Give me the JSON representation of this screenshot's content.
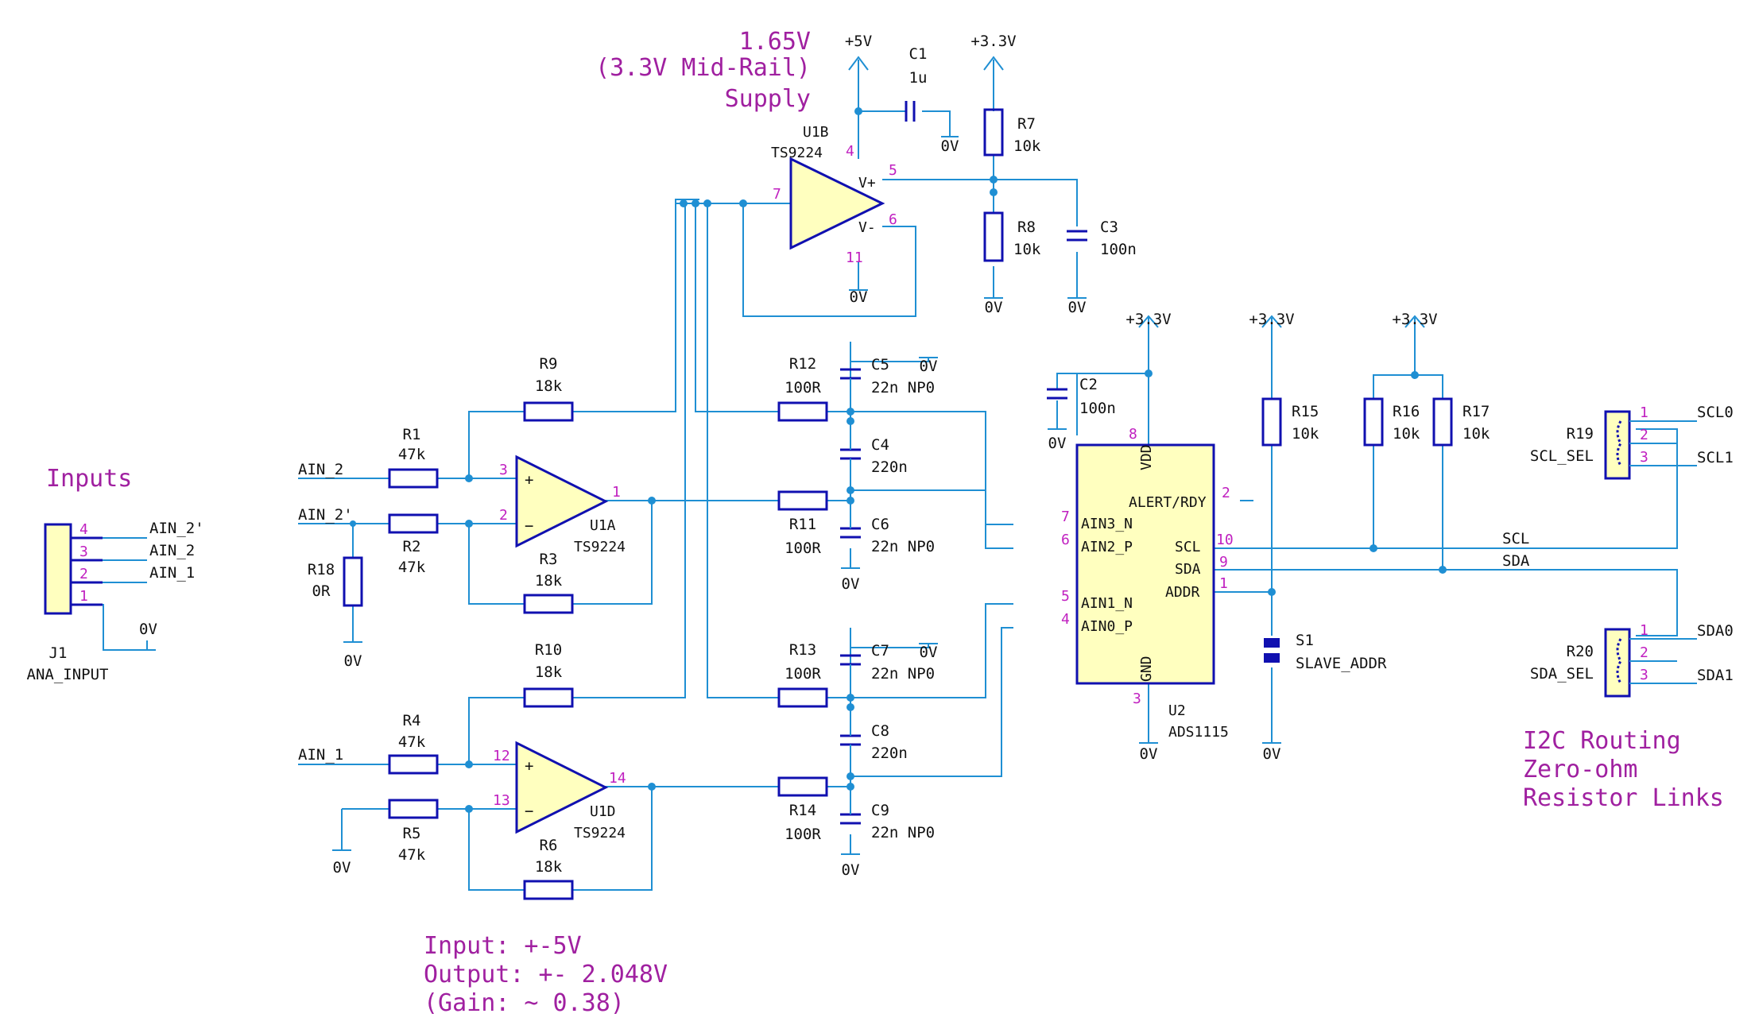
{
  "notes": {
    "midrail": [
      "1.65V",
      "(3.3V Mid-Rail)",
      "Supply"
    ],
    "inputs": "Inputs",
    "gain": [
      "Input: +-5V",
      "Output: +- 2.048V",
      "(Gain: ~ 0.38)"
    ],
    "i2c": [
      "I2C Routing",
      "Zero-ohm",
      "Resistor Links"
    ]
  },
  "power": {
    "p5v": "+5V",
    "p33": "+3.3V",
    "gnd": "0V"
  },
  "components": {
    "c1": {
      "ref": "C1",
      "val": "1u"
    },
    "c2": {
      "ref": "C2",
      "val": "100n"
    },
    "c3": {
      "ref": "C3",
      "val": "100n"
    },
    "c4": {
      "ref": "C4",
      "val": "220n"
    },
    "c5": {
      "ref": "C5",
      "val": "22n NP0"
    },
    "c6": {
      "ref": "C6",
      "val": "22n NP0"
    },
    "c7": {
      "ref": "C7",
      "val": "22n NP0"
    },
    "c8": {
      "ref": "C8",
      "val": "220n"
    },
    "c9": {
      "ref": "C9",
      "val": "22n NP0"
    },
    "r1": {
      "ref": "R1",
      "val": "47k"
    },
    "r2": {
      "ref": "R2",
      "val": "47k"
    },
    "r3": {
      "ref": "R3",
      "val": "18k"
    },
    "r4": {
      "ref": "R4",
      "val": "47k"
    },
    "r5": {
      "ref": "R5",
      "val": "47k"
    },
    "r6": {
      "ref": "R6",
      "val": "18k"
    },
    "r7": {
      "ref": "R7",
      "val": "10k"
    },
    "r8": {
      "ref": "R8",
      "val": "10k"
    },
    "r9": {
      "ref": "R9",
      "val": "18k"
    },
    "r10": {
      "ref": "R10",
      "val": "18k"
    },
    "r11": {
      "ref": "R11",
      "val": "100R"
    },
    "r12": {
      "ref": "R12",
      "val": "100R"
    },
    "r13": {
      "ref": "R13",
      "val": "100R"
    },
    "r14": {
      "ref": "R14",
      "val": "100R"
    },
    "r15": {
      "ref": "R15",
      "val": "10k"
    },
    "r16": {
      "ref": "R16",
      "val": "10k"
    },
    "r17": {
      "ref": "R17",
      "val": "10k"
    },
    "r18": {
      "ref": "R18",
      "val": "0R"
    },
    "r19": {
      "ref": "R19",
      "val": "SCL_SEL"
    },
    "r20": {
      "ref": "R20",
      "val": "SDA_SEL"
    },
    "u1a": {
      "ref": "U1A",
      "val": "TS9224"
    },
    "u1b": {
      "ref": "U1B",
      "val": "TS9224"
    },
    "u1d": {
      "ref": "U1D",
      "val": "TS9224"
    },
    "u2": {
      "ref": "U2",
      "val": "ADS1115"
    },
    "s1": {
      "ref": "S1",
      "val": "SLAVE_ADDR"
    },
    "j1": {
      "ref": "J1",
      "val": "ANA_INPUT"
    }
  },
  "nets": {
    "ain2p": "AIN_2'",
    "ain2": "AIN_2",
    "ain1": "AIN_1",
    "scl": "SCL",
    "sda": "SDA",
    "scl0": "SCL0",
    "scl1": "SCL1",
    "sda0": "SDA0",
    "sda1": "SDA1"
  },
  "ads_pins": {
    "vdd": "VDD",
    "alert": "ALERT/RDY",
    "ain3n": "AIN3_N",
    "ain2p": "AIN2_P",
    "scl": "SCL",
    "sda": "SDA",
    "addr": "ADDR",
    "ain1n": "AIN1_N",
    "ain0p": "AIN0_P",
    "gnd": "GND"
  },
  "opamp_pins": {
    "vplus": "V+",
    "vminus": "V-"
  },
  "pins": {
    "p1": "1",
    "p2": "2",
    "p3": "3",
    "p4": "4",
    "p5": "5",
    "p6": "6",
    "p7": "7",
    "p8": "8",
    "p9": "9",
    "p10": "10",
    "p11": "11",
    "p12": "12",
    "p13": "13",
    "p14": "14"
  }
}
